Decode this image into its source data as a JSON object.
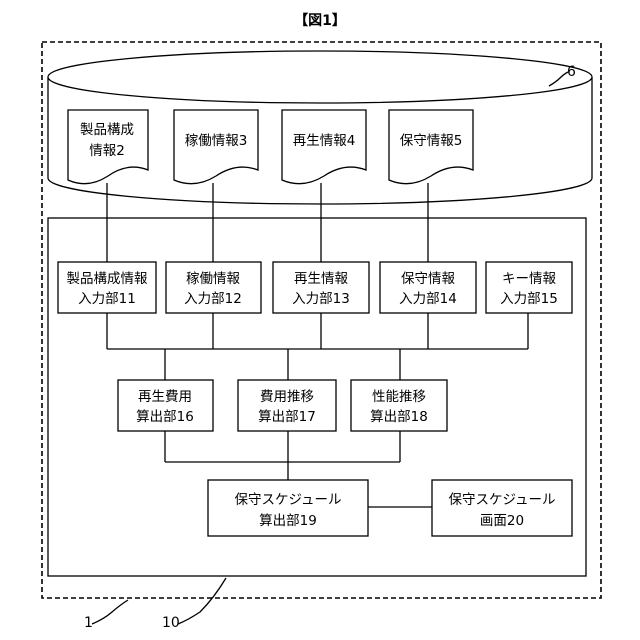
{
  "figure_title": "【図1】",
  "reference_labels": {
    "system": "1",
    "device": "10",
    "database": "6"
  },
  "documents": [
    {
      "id": "doc-product-config",
      "lines": [
        "製品構成",
        "情報2"
      ]
    },
    {
      "id": "doc-operation",
      "lines": [
        "稼働情報3"
      ]
    },
    {
      "id": "doc-regeneration",
      "lines": [
        "再生情報4"
      ]
    },
    {
      "id": "doc-maintenance",
      "lines": [
        "保守情報5"
      ]
    }
  ],
  "input_units": [
    {
      "id": "input-product-config",
      "lines": [
        "製品構成情報",
        "入力部11"
      ]
    },
    {
      "id": "input-operation",
      "lines": [
        "稼働情報",
        "入力部12"
      ]
    },
    {
      "id": "input-regeneration",
      "lines": [
        "再生情報",
        "入力部13"
      ]
    },
    {
      "id": "input-maintenance",
      "lines": [
        "保守情報",
        "入力部14"
      ]
    },
    {
      "id": "input-key",
      "lines": [
        "キー情報",
        "入力部15"
      ]
    }
  ],
  "calc_units": [
    {
      "id": "calc-regeneration-cost",
      "lines": [
        "再生費用",
        "算出部16"
      ]
    },
    {
      "id": "calc-cost-trend",
      "lines": [
        "費用推移",
        "算出部17"
      ]
    },
    {
      "id": "calc-performance-trend",
      "lines": [
        "性能推移",
        "算出部18"
      ]
    }
  ],
  "schedule_calc": {
    "lines": [
      "保守スケジュール",
      "算出部19"
    ]
  },
  "schedule_screen": {
    "lines": [
      "保守スケジュール",
      "画面20"
    ]
  }
}
